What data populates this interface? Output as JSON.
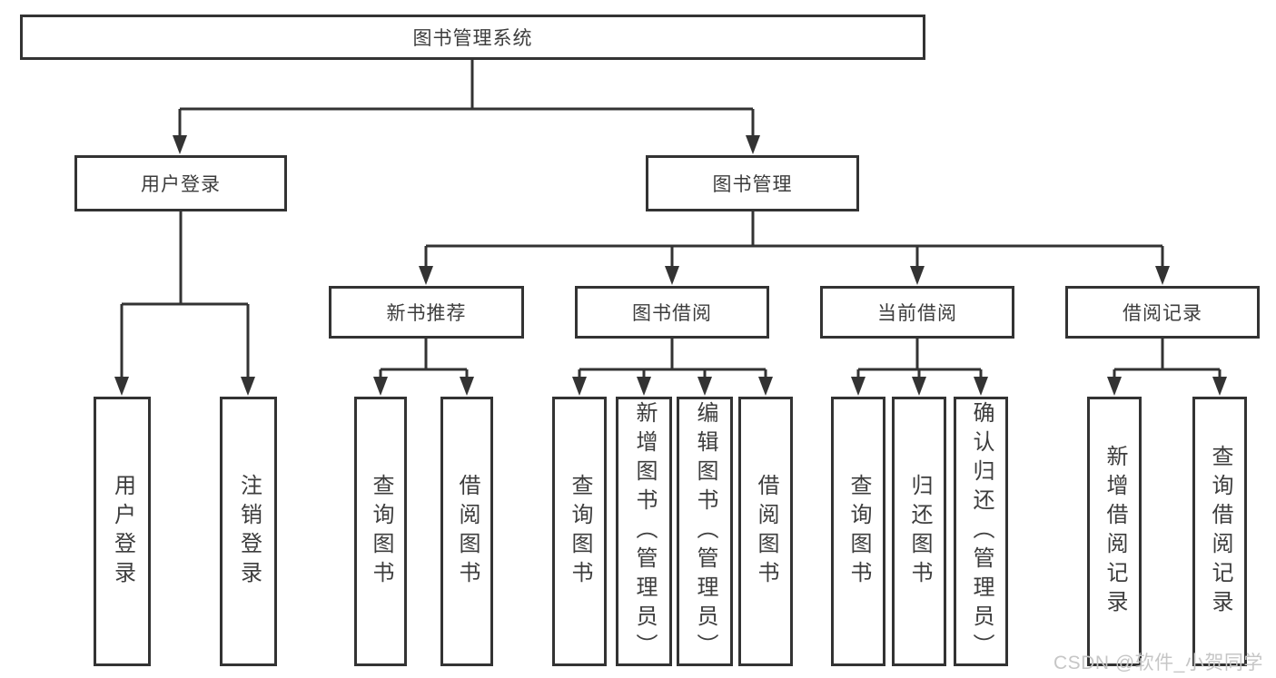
{
  "diagram": {
    "root": {
      "label": "图书管理系统",
      "children": [
        {
          "label": "用户登录",
          "children": [
            {
              "label": "用户登录"
            },
            {
              "label": "注销登录"
            }
          ]
        },
        {
          "label": "图书管理",
          "children": [
            {
              "label": "新书推荐",
              "children": [
                {
                  "label": "查询图书"
                },
                {
                  "label": "借阅图书"
                }
              ]
            },
            {
              "label": "图书借阅",
              "children": [
                {
                  "label": "查询图书"
                },
                {
                  "label": "新增图书（管理员）"
                },
                {
                  "label": "编辑图书（管理员）"
                },
                {
                  "label": "借阅图书"
                }
              ]
            },
            {
              "label": "当前借阅",
              "children": [
                {
                  "label": "查询图书"
                },
                {
                  "label": "归还图书"
                },
                {
                  "label": "确认归还（管理员）"
                }
              ]
            },
            {
              "label": "借阅记录",
              "children": [
                {
                  "label": "新增借阅记录"
                },
                {
                  "label": "查询借阅记录"
                }
              ]
            }
          ]
        }
      ]
    }
  },
  "watermark": "CSDN @软件_小贺同学",
  "colors": {
    "line": "#333333",
    "text": "#3d3d3d",
    "background": "#ffffff",
    "watermark": "#c6c6c6"
  }
}
